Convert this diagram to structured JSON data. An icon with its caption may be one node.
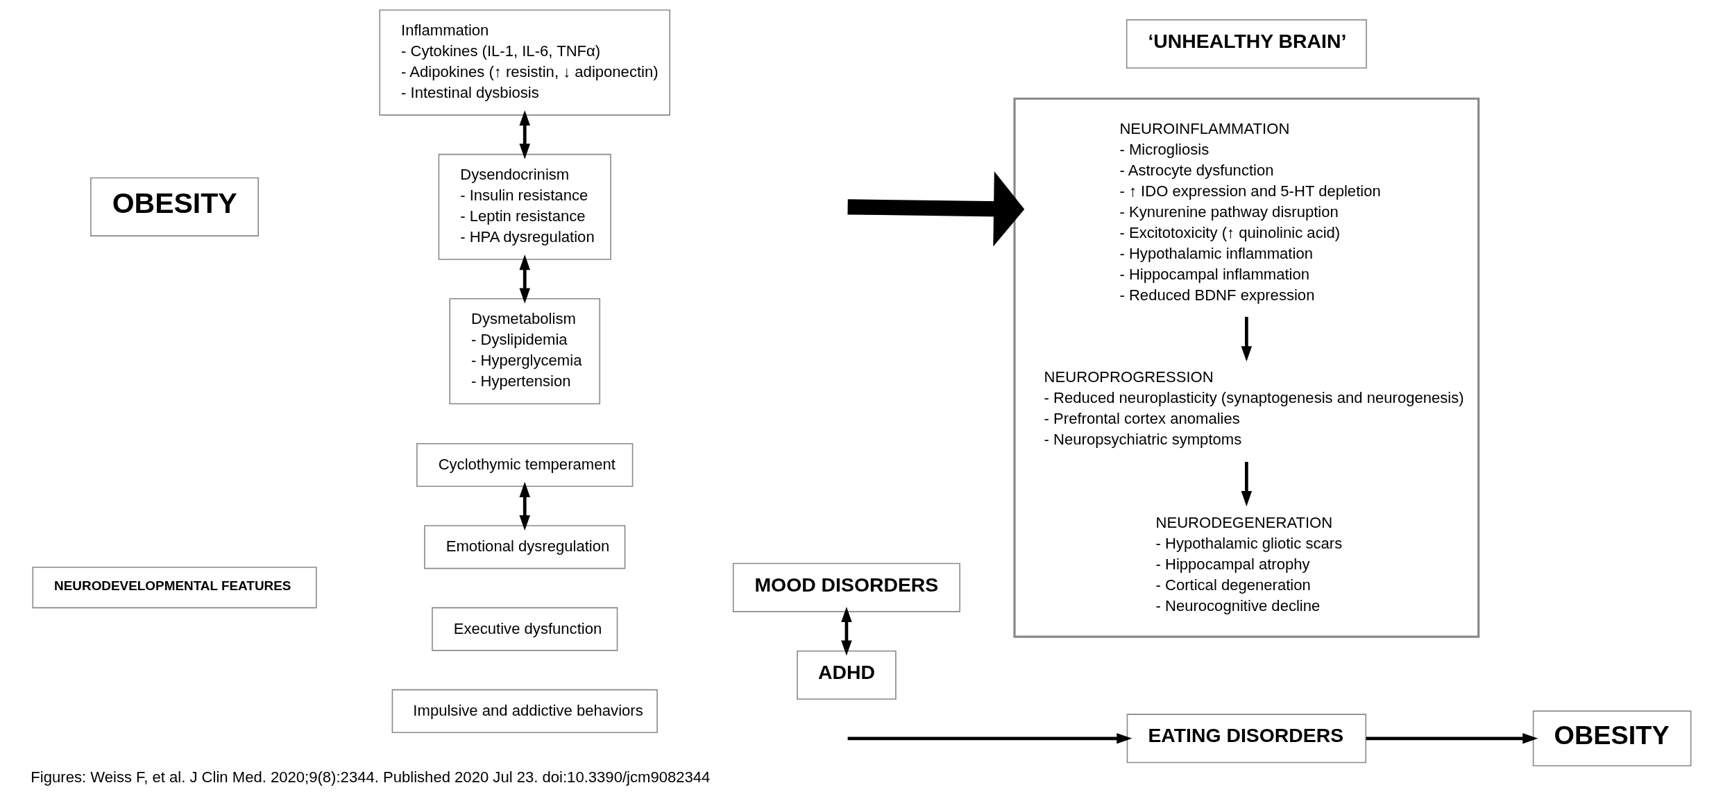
{
  "diagram": {
    "caption": "Figures: Weiss F, et al. J Clin Med. 2020;9(8):2344. Published 2020 Jul 23. doi:10.3390/jcm9082344",
    "nodes": [
      {
        "text": [
          "NEURODEVELOPMENTAL FEATURES"
        ]
      },
      {
        "text": [
          "Cyclothymic temperament"
        ]
      },
      {
        "text": [
          "Emotional dysregulation"
        ]
      },
      {
        "text": [
          "Executive dysfunction"
        ]
      },
      {
        "text": [
          "Impulsive and addictive behaviors"
        ]
      },
      {
        "text": [
          "MOOD DISORDERS"
        ]
      },
      {
        "text": [
          "ADHD"
        ]
      },
      {
        "text": [
          "EATING DISORDERS"
        ]
      },
      {
        "text": [
          "OBESITY"
        ]
      },
      {
        "text": [
          "OBESITY"
        ]
      },
      {
        "text": [
          "Inflammation",
          "- Cytokines (IL-1, IL-6, TNFα)",
          "- Adipokines (↑ resistin, ↓ adiponectin)",
          "- Intestinal dysbiosis"
        ]
      },
      {
        "text": [
          "Dysendocrinism",
          "- Insulin resistance",
          "- Leptin resistance",
          "- HPA dysregulation"
        ]
      },
      {
        "text": [
          "Dysmetabolism",
          "- Dyslipidemia",
          "- Hyperglycemia",
          "- Hypertension"
        ]
      },
      {
        "text": [
          "‘UNHEALTHY BRAIN’"
        ]
      },
      {
        "text": [],
        "shape": "box"
      },
      {
        "text": [
          "NEUROINFLAMMATION",
          "- Microgliosis",
          "- Astrocyte dysfunction",
          "- ↑ IDO expression and 5-HT depletion",
          "- Kynurenine pathway disruption",
          "- Excitotoxicity (↑ quinolinic acid)",
          "- Hypothalamic inflammation",
          "- Hippocampal inflammation",
          "- Reduced BDNF expression"
        ],
        "in": 14
      },
      {
        "text": [
          "NEUROPROGRESSION",
          "- Reduced neuroplasticity (synaptogenesis and neurogenesis)",
          "- Prefrontal cortex anomalies",
          "- Neuropsychiatric symptoms"
        ],
        "in": 14
      },
      {
        "text": [
          "NEURODEGENERATION",
          "- Hypothalamic gliotic scars",
          "- Hippocampal atrophy",
          "- Cortical degeneration",
          "- Neurocognitive decline"
        ],
        "in": 14
      }
    ],
    "edges": [
      {
        "from": 1,
        "to": 2,
        "arrow": "both"
      },
      {
        "from": 5,
        "to": 6,
        "arrow": "both"
      },
      {
        "from": null,
        "to": 7,
        "arrow": "to"
      },
      {
        "from": 7,
        "to": 8,
        "arrow": "to"
      },
      {
        "from": 10,
        "to": 11,
        "arrow": "both"
      },
      {
        "from": 11,
        "to": 12,
        "arrow": "both"
      },
      {
        "from": null,
        "to": 14,
        "arrow": "to",
        "style": "thick"
      },
      {
        "from": 15,
        "to": 16,
        "arrow": "to"
      },
      {
        "from": 16,
        "to": 17,
        "arrow": "to"
      }
    ]
  }
}
